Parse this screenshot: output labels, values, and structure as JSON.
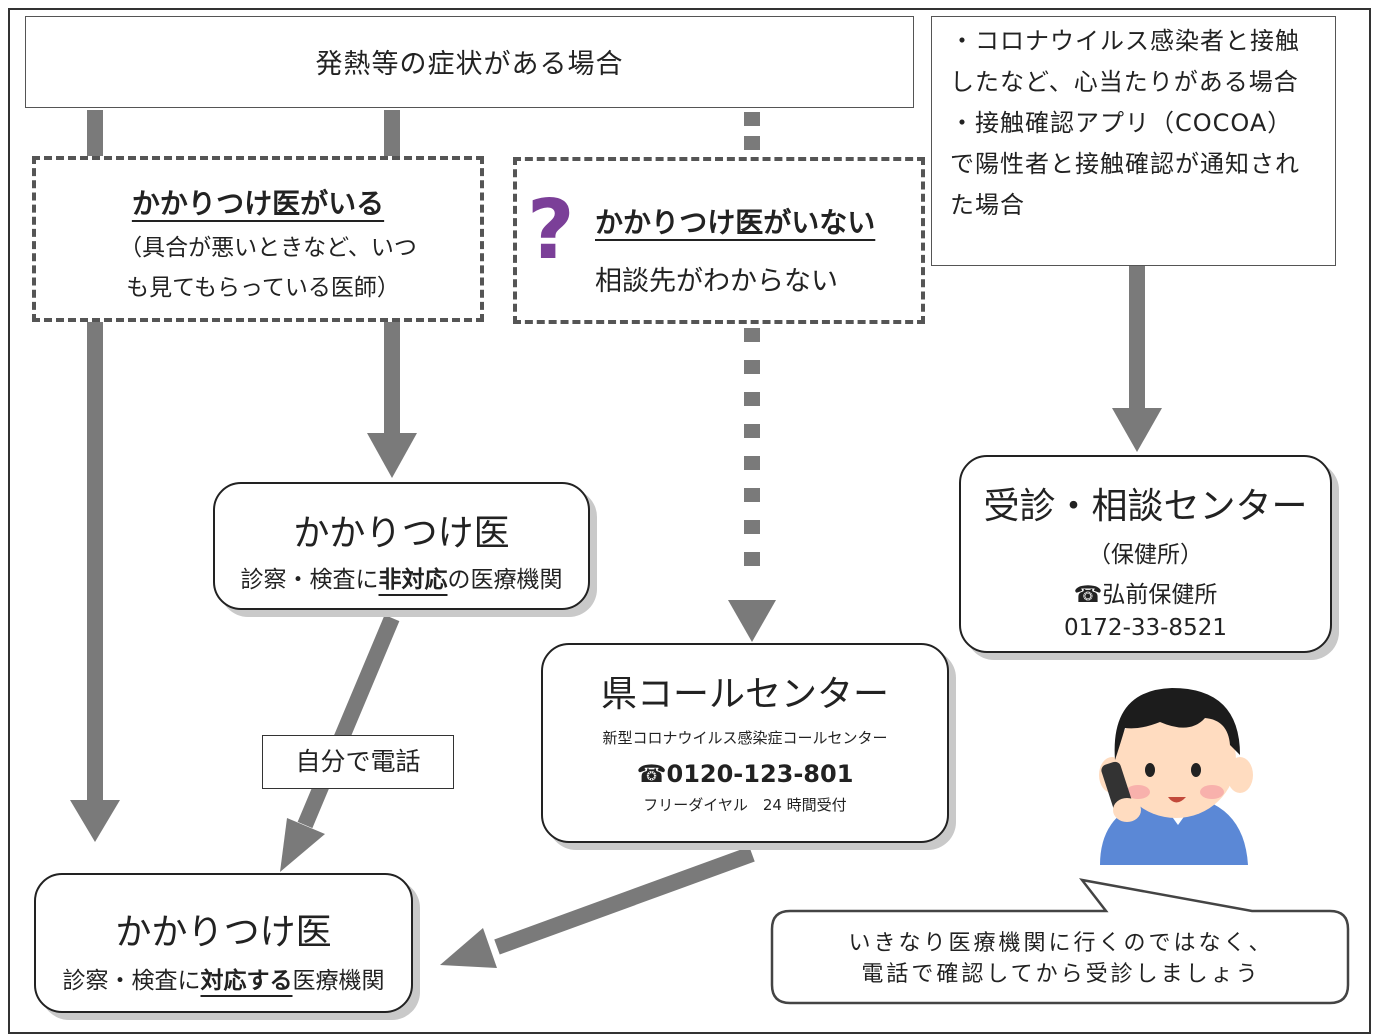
{
  "top": {
    "fever_case": "発熱等の症状がある場合"
  },
  "contact_case": {
    "lines": [
      "・コロナウイルス感染者と接触",
      "したなど、心当たりがある場合",
      "・接触確認アプリ（COCOA）",
      "で陽性者と接触確認が通知され",
      "た場合"
    ]
  },
  "has_doctor": {
    "title": "かかりつけ医がいる",
    "desc1": "（具合が悪いときなど、いつ",
    "desc2": "も見てもらっている医師）"
  },
  "no_doctor": {
    "mark": "?",
    "title": "かかりつけ医がいない",
    "desc": "相談先がわからない"
  },
  "doctor_unsupported": {
    "title": "かかりつけ医",
    "desc_pre": "診察・検査に",
    "desc_em": "非対応",
    "desc_post": "の医療機関"
  },
  "call_yourself": {
    "label": "自分で電話"
  },
  "pref_call_center": {
    "title": "県コールセンター",
    "sub": "新型コロナウイルス感染症コールセンター",
    "phone": "☎0120-123-801",
    "note": "フリーダイヤル　24 時間受付"
  },
  "consult_center": {
    "title": "受診・相談センター",
    "sub": "（保健所）",
    "office": "☎弘前保健所",
    "phone": "0172-33-8521"
  },
  "doctor_supported": {
    "title": "かかりつけ医",
    "desc_pre": "診察・検査に",
    "desc_em": "対応する",
    "desc_post": "医療機関"
  },
  "speech": {
    "line1": "いきなり医療機関に行くのではなく、",
    "line2": "電話で確認してから受診しましょう"
  },
  "colors": {
    "arrow": "#7a7a7a",
    "question_mark": "#7b3f98",
    "skin": "#ffdcc0",
    "shirt": "#5b88d6",
    "hair": "#1c1c1c",
    "phone": "#333333"
  }
}
